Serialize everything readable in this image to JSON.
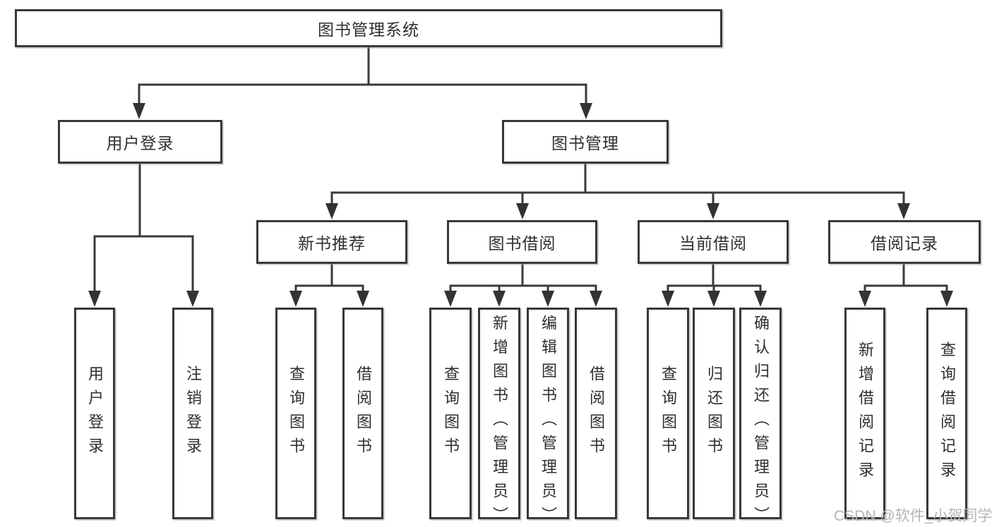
{
  "tree": {
    "root": {
      "label": "图书管理系统",
      "children": [
        {
          "label": "用户登录",
          "children": [
            {
              "label": "用户登录"
            },
            {
              "label": "注销登录"
            }
          ]
        },
        {
          "label": "图书管理",
          "children": [
            {
              "label": "新书推荐",
              "children": [
                {
                  "label": "查询图书"
                },
                {
                  "label": "借阅图书"
                }
              ]
            },
            {
              "label": "图书借阅",
              "children": [
                {
                  "label": "查询图书"
                },
                {
                  "label": "新增图书（管理员）"
                },
                {
                  "label": "编辑图书（管理员）"
                },
                {
                  "label": "借阅图书"
                }
              ]
            },
            {
              "label": "当前借阅",
              "children": [
                {
                  "label": "查询图书"
                },
                {
                  "label": "归还图书"
                },
                {
                  "label": "确认归还（管理员）"
                }
              ]
            },
            {
              "label": "借阅记录",
              "children": [
                {
                  "label": "新增借阅记录"
                },
                {
                  "label": "查询借阅记录"
                }
              ]
            }
          ]
        }
      ]
    }
  },
  "colors": {
    "line": "#3A3A3A",
    "box_border": "#383838",
    "text": "#2F2F2F",
    "watermark": "#B2B6BC",
    "background": "#FFFFFF"
  },
  "watermark": {
    "text": "CSDN @软件_小贺同学"
  }
}
